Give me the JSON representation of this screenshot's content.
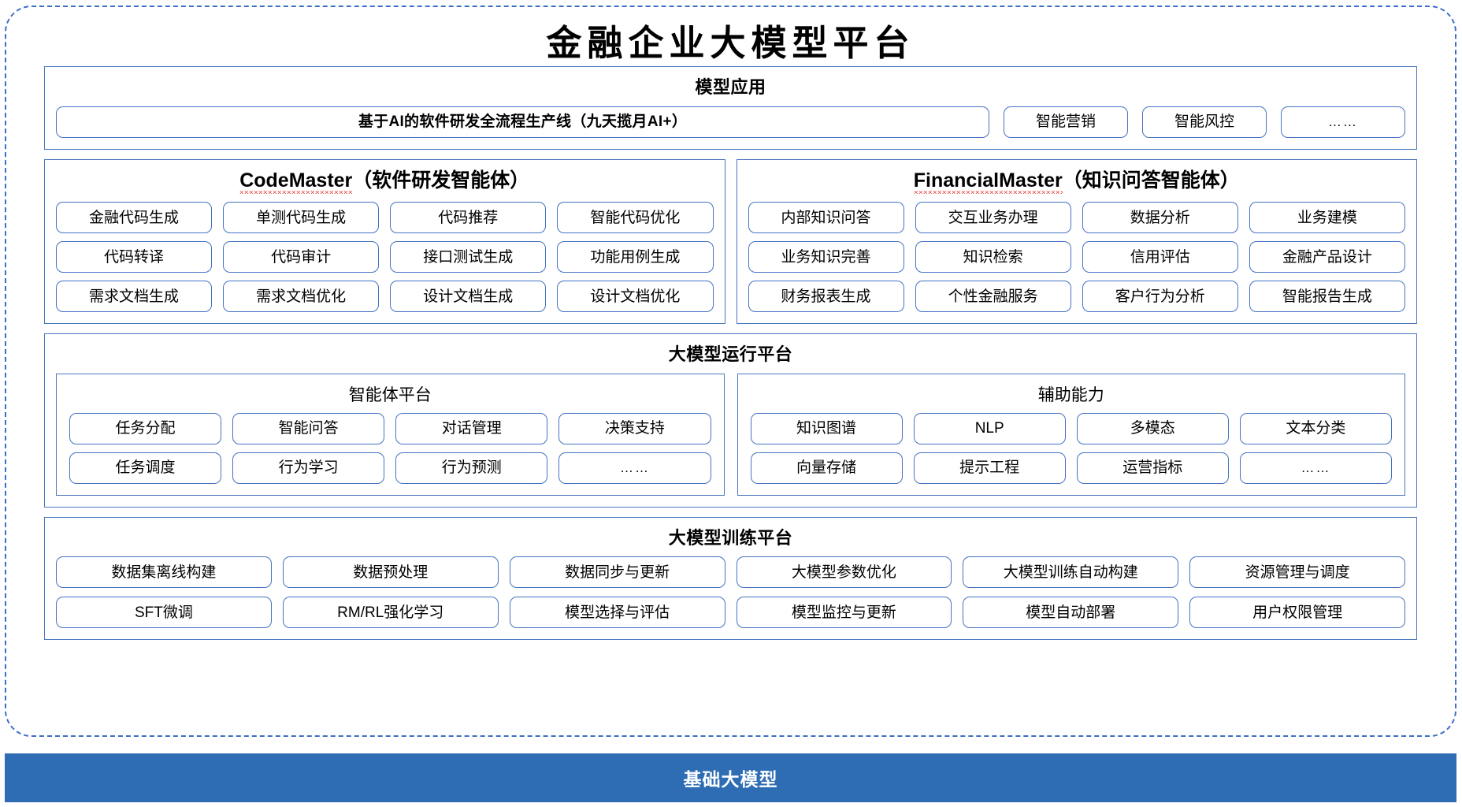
{
  "title": "金融企业大模型平台",
  "sections": {
    "model_application": {
      "title": "模型应用",
      "wide_app": "基于AI的软件研发全流程生产线（九天揽月AI+）",
      "apps": [
        "智能营销",
        "智能风控",
        "……"
      ]
    },
    "agents": [
      {
        "name_en": "CodeMaster",
        "name_cn": "（软件研发智能体）",
        "items": [
          "金融代码生成",
          "单测代码生成",
          "代码推荐",
          "智能代码优化",
          "代码转译",
          "代码审计",
          "接口测试生成",
          "功能用例生成",
          "需求文档生成",
          "需求文档优化",
          "设计文档生成",
          "设计文档优化"
        ]
      },
      {
        "name_en": "FinancialMaster",
        "name_cn": "（知识问答智能体）",
        "items": [
          "内部知识问答",
          "交互业务办理",
          "数据分析",
          "业务建模",
          "业务知识完善",
          "知识检索",
          "信用评估",
          "金融产品设计",
          "财务报表生成",
          "个性金融服务",
          "客户行为分析",
          "智能报告生成"
        ]
      }
    ],
    "runtime_platform": {
      "title": "大模型运行平台",
      "subpanels": [
        {
          "title": "智能体平台",
          "items": [
            "任务分配",
            "智能问答",
            "对话管理",
            "决策支持",
            "任务调度",
            "行为学习",
            "行为预测",
            "……"
          ]
        },
        {
          "title": "辅助能力",
          "items": [
            "知识图谱",
            "NLP",
            "多模态",
            "文本分类",
            "向量存储",
            "提示工程",
            "运营指标",
            "……"
          ]
        }
      ]
    },
    "training_platform": {
      "title": "大模型训练平台",
      "items": [
        "数据集离线构建",
        "数据预处理",
        "数据同步与更新",
        "大模型参数优化",
        "大模型训练自动构建",
        "资源管理与调度",
        "SFT微调",
        "RM/RL强化学习",
        "模型选择与评估",
        "模型监控与更新",
        "模型自动部署",
        "用户权限管理"
      ]
    },
    "base_model": {
      "label": "基础大模型"
    }
  },
  "colors": {
    "accent_blue": "#2E6DB4",
    "border_blue": "#4472C4",
    "panel_border": "#4A77BE",
    "dashed_frame": "#3E6DC8",
    "spellcheck_red": "#E8413A"
  }
}
